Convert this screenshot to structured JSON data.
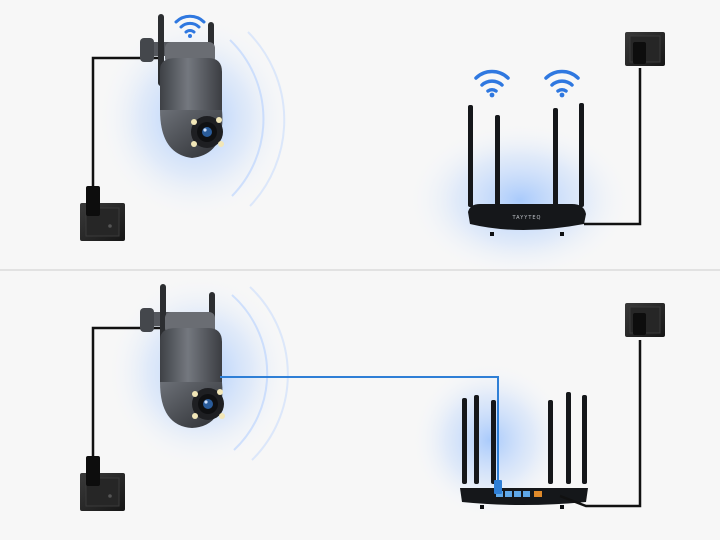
{
  "panels": [
    {
      "id": "wireless",
      "connection": "wifi",
      "camera": {
        "wifi_signal": true
      },
      "router": {
        "antennas": 4,
        "wifi_signals": 2,
        "label": "TAYYTEQ"
      }
    },
    {
      "id": "wired",
      "connection": "ethernet",
      "camera": {
        "wifi_signal": false
      },
      "router": {
        "antennas": 6,
        "wifi_signals": 0,
        "ethernet_ports": 5
      }
    }
  ],
  "colors": {
    "background": "#f7f7f7",
    "divider": "#dcdcdc",
    "wifi": "#2f78e0",
    "glow": "#6aa6ff",
    "ethernet_cable": "#2f7fd6",
    "power_cable": "#111111",
    "camera_body": "#5d6066",
    "router_body": "#15171a",
    "outlet": "#1f1f1f"
  },
  "icons": {
    "camera": "ptz-camera-icon",
    "router": "wifi-router-icon",
    "wifi": "wifi-signal-icon",
    "outlet": "wall-socket-icon",
    "cable": "ethernet-cable-icon"
  }
}
